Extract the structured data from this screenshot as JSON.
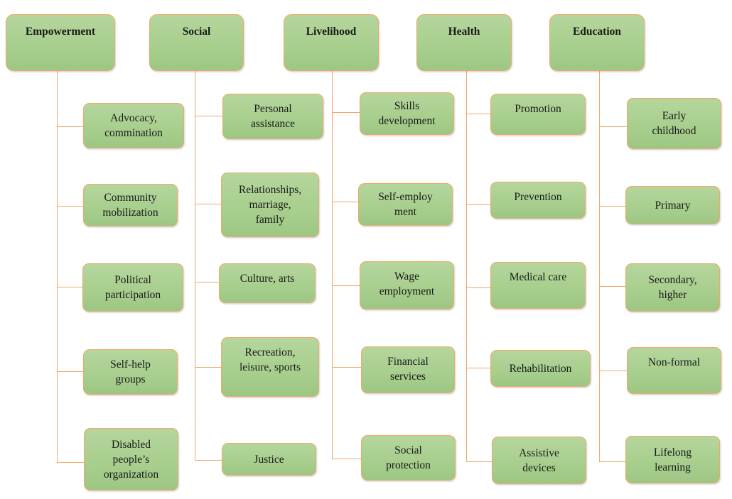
{
  "columns": [
    {
      "title": "Empowerment",
      "items": [
        "Advocacy,\ncommination",
        "Community\nmobilization",
        "Political\nparticipation",
        "Self-help\ngroups",
        "Disabled\npeople’s\norganization"
      ]
    },
    {
      "title": "Social",
      "items": [
        "Personal\nassistance",
        "Relationships,\nmarriage,\nfamily",
        "Culture, arts",
        "Recreation,\nleisure, sports",
        "Justice"
      ]
    },
    {
      "title": "Livelihood",
      "items": [
        "Skills\ndevelopment",
        "Self-employ\nment",
        "Wage\nemployment",
        "Financial\nservices",
        "Social\nprotection"
      ]
    },
    {
      "title": "Health",
      "items": [
        "Promotion",
        "Prevention",
        "Medical care",
        "Rehabilitation",
        "Assistive\ndevices"
      ]
    },
    {
      "title": "Education",
      "items": [
        "Early\nchildhood",
        "Primary",
        "Secondary,\nhigher",
        "Non-formal",
        "Lifelong\nlearning"
      ]
    }
  ],
  "colors": {
    "box_fill": "#a8cf8e",
    "box_border": "#f0a868",
    "connector": "#f0a868"
  }
}
